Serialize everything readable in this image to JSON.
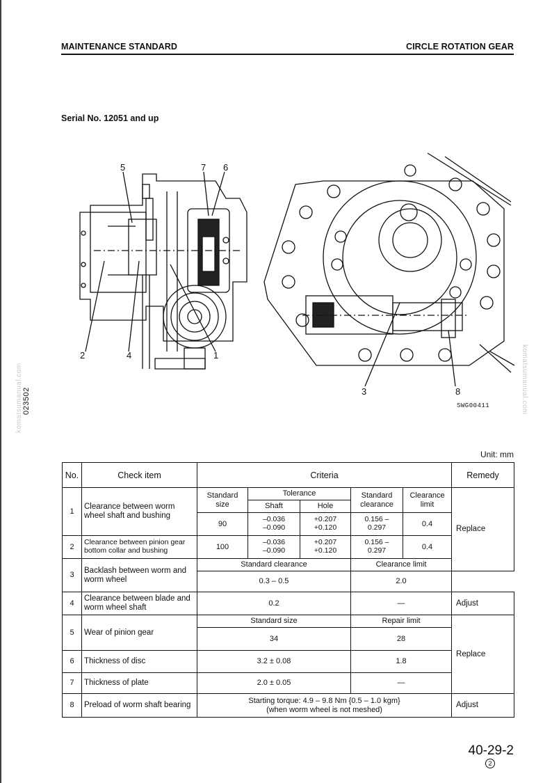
{
  "header": {
    "left": "MAINTENANCE STANDARD",
    "right": "CIRCLE ROTATION GEAR"
  },
  "serial": "Serial No. 12051 and up",
  "side_code": "023502",
  "watermark": "komatsumanual.com",
  "figure": {
    "callouts_left": [
      "5",
      "7",
      "6",
      "2",
      "4",
      "1"
    ],
    "callouts_right": [
      "3",
      "8"
    ],
    "code": "SWG00411"
  },
  "unit": "Unit: mm",
  "table": {
    "headers": {
      "no": "No.",
      "check": "Check item",
      "criteria": "Criteria",
      "remedy": "Remedy"
    },
    "sub": {
      "std_size": "Standard size",
      "tolerance": "Tolerance",
      "shaft": "Shaft",
      "hole": "Hole",
      "std_clearance": "Standard clearance",
      "clearance_limit": "Clearance limit",
      "standard_clearance": "Standard clearance",
      "clearance_limit2": "Clearance limit",
      "standard_size2": "Standard size",
      "repair_limit": "Repair limit"
    },
    "rows": [
      {
        "no": "1",
        "item": "Clearance between worm wheel shaft and bushing",
        "size": "90",
        "shaft": "–0.036\n–0.090",
        "hole": "+0.207\n+0.120",
        "std": "0.156 –\n0.297",
        "limit": "0.4"
      },
      {
        "no": "2",
        "item": "Clearance between pinion gear bottom collar and bushing",
        "size": "100",
        "shaft": "–0.036\n–0.090",
        "hole": "+0.207\n+0.120",
        "std": "0.156 –\n0.297",
        "limit": "0.4"
      },
      {
        "no": "3",
        "item": "Backlash between worm and worm wheel",
        "std": "0.3 – 0.5",
        "limit": "2.0"
      },
      {
        "no": "4",
        "item": "Clearance between blade and worm wheel shaft",
        "std": "0.2",
        "limit": "—"
      },
      {
        "no": "5",
        "item": "Wear of pinion gear",
        "std": "34",
        "limit": "28"
      },
      {
        "no": "6",
        "item": "Thickness of disc",
        "std": "3.2 ± 0.08",
        "limit": "1.8"
      },
      {
        "no": "7",
        "item": "Thickness of plate",
        "std": "2.0 ± 0.05",
        "limit": "—"
      },
      {
        "no": "8",
        "item": "Preload of worm shaft bearing",
        "std": "Starting torque: 4.9 – 9.8 Nm {0.5 – 1.0 kgm}\n(when worm wheel is not meshed)"
      }
    ],
    "remedies": {
      "replace_a": "Replace",
      "adjust_a": "Adjust",
      "replace_b": "Replace",
      "adjust_b": "Adjust"
    }
  },
  "page": {
    "number": "40-29-2",
    "revision": "2"
  }
}
